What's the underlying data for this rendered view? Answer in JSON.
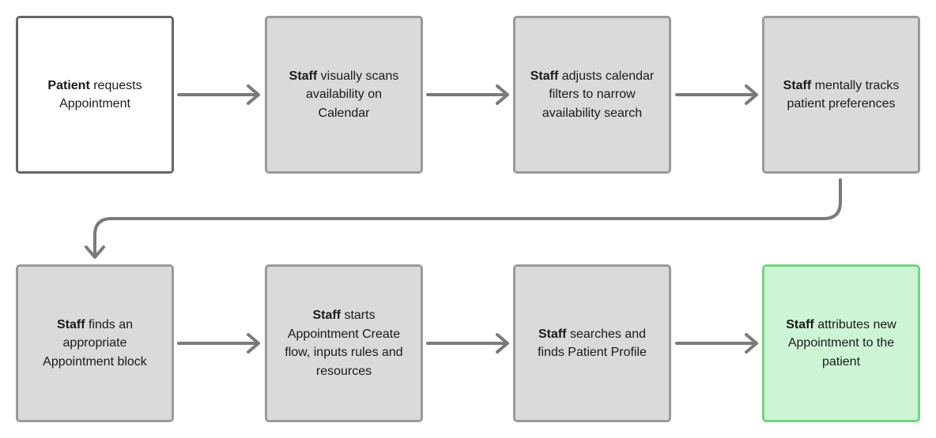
{
  "nodes": [
    {
      "id": "n1",
      "actor": "Patient",
      "text": " requests Appointment"
    },
    {
      "id": "n2",
      "actor": "Staff",
      "text": " visually scans availability on Calendar"
    },
    {
      "id": "n3",
      "actor": "Staff",
      "text": " adjusts calendar filters to narrow availability search"
    },
    {
      "id": "n4",
      "actor": "Staff",
      "text": " mentally tracks patient preferences"
    },
    {
      "id": "n5",
      "actor": "Staff",
      "text": " finds an appropriate Appointment block"
    },
    {
      "id": "n6",
      "actor": "Staff",
      "text": " starts Appointment Create flow, inputs rules and resources"
    },
    {
      "id": "n7",
      "actor": "Staff",
      "text": " searches and finds Patient Profile"
    },
    {
      "id": "n8",
      "actor": "Staff",
      "text": " attributes new Appointment to the patient"
    }
  ],
  "colors": {
    "start_fill": "#ffffff",
    "start_border": "#666666",
    "step_fill": "#dadada",
    "step_border": "#9a9a9a",
    "end_fill": "#cdf5d5",
    "end_border": "#6fd77f",
    "arrow": "#7a7a7a"
  }
}
